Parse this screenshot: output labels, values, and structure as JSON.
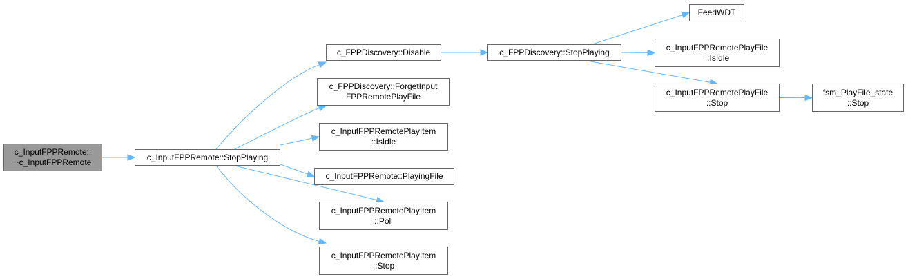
{
  "colors": {
    "edge": "#63B8FF",
    "node_border": "#666666",
    "root_fill": "#999999",
    "node_fill": "#FFFFFF"
  },
  "nodes": {
    "root": {
      "lines": [
        "c_InputFPPRemote::",
        "~c_InputFPPRemote"
      ]
    },
    "stop_playing": {
      "lines": [
        "c_InputFPPRemote::StopPlaying"
      ]
    },
    "disc_disable": {
      "lines": [
        "c_FPPDiscovery::Disable"
      ]
    },
    "disc_forget": {
      "lines": [
        "c_FPPDiscovery::ForgetInput",
        "FPPRemotePlayFile"
      ]
    },
    "item_isidle": {
      "lines": [
        "c_InputFPPRemotePlayItem",
        "::IsIdle"
      ]
    },
    "playing_file": {
      "lines": [
        "c_InputFPPRemote::PlayingFile"
      ]
    },
    "item_poll": {
      "lines": [
        "c_InputFPPRemotePlayItem",
        "::Poll"
      ]
    },
    "item_stop": {
      "lines": [
        "c_InputFPPRemotePlayItem",
        "::Stop"
      ]
    },
    "disc_stopplaying": {
      "lines": [
        "c_FPPDiscovery::StopPlaying"
      ]
    },
    "feedwdt": {
      "lines": [
        "FeedWDT"
      ]
    },
    "file_isidle": {
      "lines": [
        "c_InputFPPRemotePlayFile",
        "::IsIdle"
      ]
    },
    "file_stop": {
      "lines": [
        "c_InputFPPRemotePlayFile",
        "::Stop"
      ]
    },
    "fsm_stop": {
      "lines": [
        "fsm_PlayFile_state",
        "::Stop"
      ]
    }
  },
  "edges": [
    {
      "from": "root",
      "to": "stop_playing"
    },
    {
      "from": "stop_playing",
      "to": "disc_disable"
    },
    {
      "from": "stop_playing",
      "to": "disc_forget"
    },
    {
      "from": "stop_playing",
      "to": "item_isidle"
    },
    {
      "from": "stop_playing",
      "to": "playing_file"
    },
    {
      "from": "stop_playing",
      "to": "item_poll"
    },
    {
      "from": "stop_playing",
      "to": "item_stop"
    },
    {
      "from": "disc_disable",
      "to": "disc_stopplaying"
    },
    {
      "from": "disc_stopplaying",
      "to": "feedwdt"
    },
    {
      "from": "disc_stopplaying",
      "to": "file_isidle"
    },
    {
      "from": "disc_stopplaying",
      "to": "file_stop"
    },
    {
      "from": "file_stop",
      "to": "fsm_stop"
    }
  ]
}
